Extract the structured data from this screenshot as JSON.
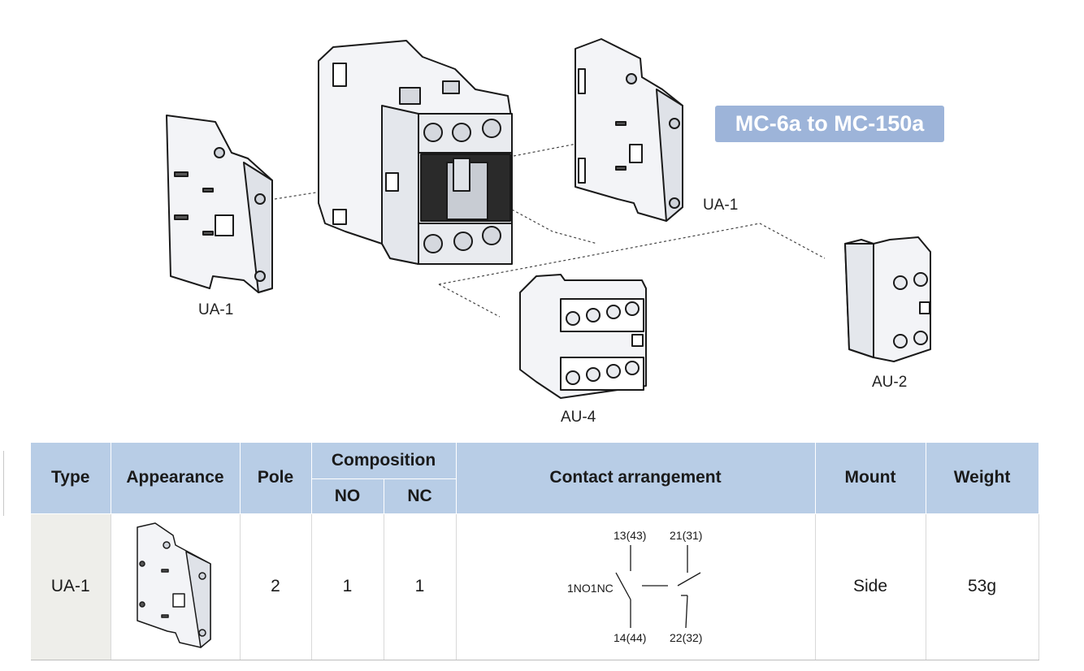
{
  "illustration": {
    "series_badge": "MC-6a to MC-150a",
    "labels": {
      "left_aux": "UA-1",
      "right_aux": "UA-1",
      "front_aux_4": "AU-4",
      "front_aux_2": "AU-2"
    }
  },
  "table": {
    "headers": {
      "type": "Type",
      "appearance": "Appearance",
      "pole": "Pole",
      "composition": "Composition",
      "no": "NO",
      "nc": "NC",
      "contact_arrangement": "Contact arrangement",
      "mount": "Mount",
      "weight": "Weight"
    },
    "rows": [
      {
        "type": "UA-1",
        "pole": "2",
        "no": "1",
        "nc": "1",
        "contact_label": "1NO1NC",
        "terminals": {
          "no_top": "13(43)",
          "no_bottom": "14(44)",
          "nc_top": "21(31)",
          "nc_bottom": "22(32)"
        },
        "mount": "Side",
        "weight": "53g"
      }
    ]
  },
  "colors": {
    "header_bg": "#b8cde6",
    "badge_bg": "#9db4d9",
    "type_cell_bg": "#eeeeea"
  }
}
